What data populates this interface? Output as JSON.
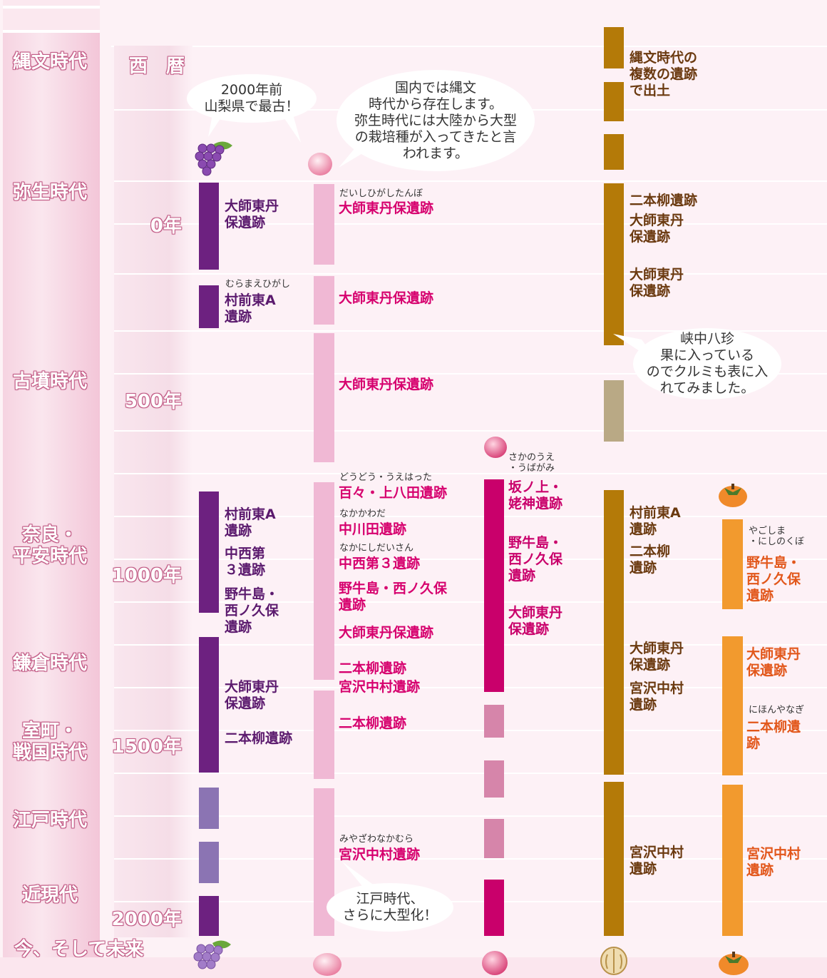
{
  "column_header": "西　暦",
  "eras": [
    "縄文時代",
    "弥生時代",
    "古墳時代",
    "奈良・\n平安時代",
    "鎌倉時代",
    "室町・\n戦国時代",
    "江戸時代",
    "近現代"
  ],
  "now_label": "今、そして未来",
  "years": [
    "0年",
    "500年",
    "1000年",
    "1500年",
    "2000年"
  ],
  "fruit_icons": [
    "grape-icon",
    "peach-icon",
    "plum-icon",
    "walnut-icon",
    "persimmon-icon"
  ],
  "colors": {
    "grape_dark": "#6d2180",
    "grape_light": "#8b74b3",
    "peach": "#f0b8d4",
    "plum": "#c9006b",
    "plum_light": "#d685aa",
    "walnut": "#b47a08",
    "walnut_light": "#b9a985",
    "persimmon": "#f29a2e",
    "grape_text": "#5b1a6e",
    "peach_text": "#d6006e",
    "walnut_text": "#6b3a10",
    "persimmon_text": "#e2571b"
  },
  "grape": {
    "labels": [
      "大師東丹\n保遺跡",
      "村前東A\n遺跡",
      "村前東A\n遺跡",
      "中西第\n３遺跡",
      "野牛島・\n西ノ久保\n遺跡",
      "大師東丹\n保遺跡",
      "二本柳遺跡"
    ],
    "rubies": [
      "むらまえひがし"
    ]
  },
  "peach": {
    "labels": [
      "大師東丹保遺跡",
      "大師東丹保遺跡",
      "大師東丹保遺跡",
      "百々・上八田遺跡",
      "中川田遺跡",
      "中西第３遺跡",
      "野牛島・西ノ久保\n遺跡",
      "大師東丹保遺跡",
      "二本柳遺跡",
      "宮沢中村遺跡",
      "二本柳遺跡",
      "宮沢中村遺跡"
    ],
    "rubies": [
      "だいしひがしたんぼ",
      "どうどう・うえはった",
      "なかかわだ",
      "なかにしだいさん",
      "みやざわなかむら"
    ]
  },
  "plum": {
    "labels": [
      "坂ノ上・\n姥神遺跡",
      "野牛島・\n西ノ久保\n遺跡",
      "大師東丹\n保遺跡"
    ],
    "rubies": [
      "さかのうえ\n・うばがみ"
    ]
  },
  "walnut": {
    "labels": [
      "縄文時代の\n複数の遺跡\nで出土",
      "二本柳遺跡",
      "大師東丹\n保遺跡",
      "大師東丹\n保遺跡",
      "村前東A\n遺跡",
      "二本柳\n遺跡",
      "大師東丹\n保遺跡",
      "宮沢中村\n遺跡",
      "宮沢中村\n遺跡"
    ]
  },
  "persimmon": {
    "labels": [
      "野牛島・\n西ノ久保\n遺跡",
      "大師東丹\n保遺跡",
      "二本柳遺\n跡",
      "宮沢中村\n遺跡"
    ],
    "rubies": [
      "やごしま\n・にしのくぼ",
      "にほんやなぎ"
    ]
  },
  "bubbles": [
    "2000年前\n山梨県で最古！",
    "国内では縄文\n時代から存在します。\n弥生時代には大陸から大型\nの栽培種が入ってきたと言\nわれます。",
    "峡中八珍\n果に入っている\nのでクルミも表に入\nれてみました。",
    "江戸時代、\nさらに大型化！"
  ]
}
